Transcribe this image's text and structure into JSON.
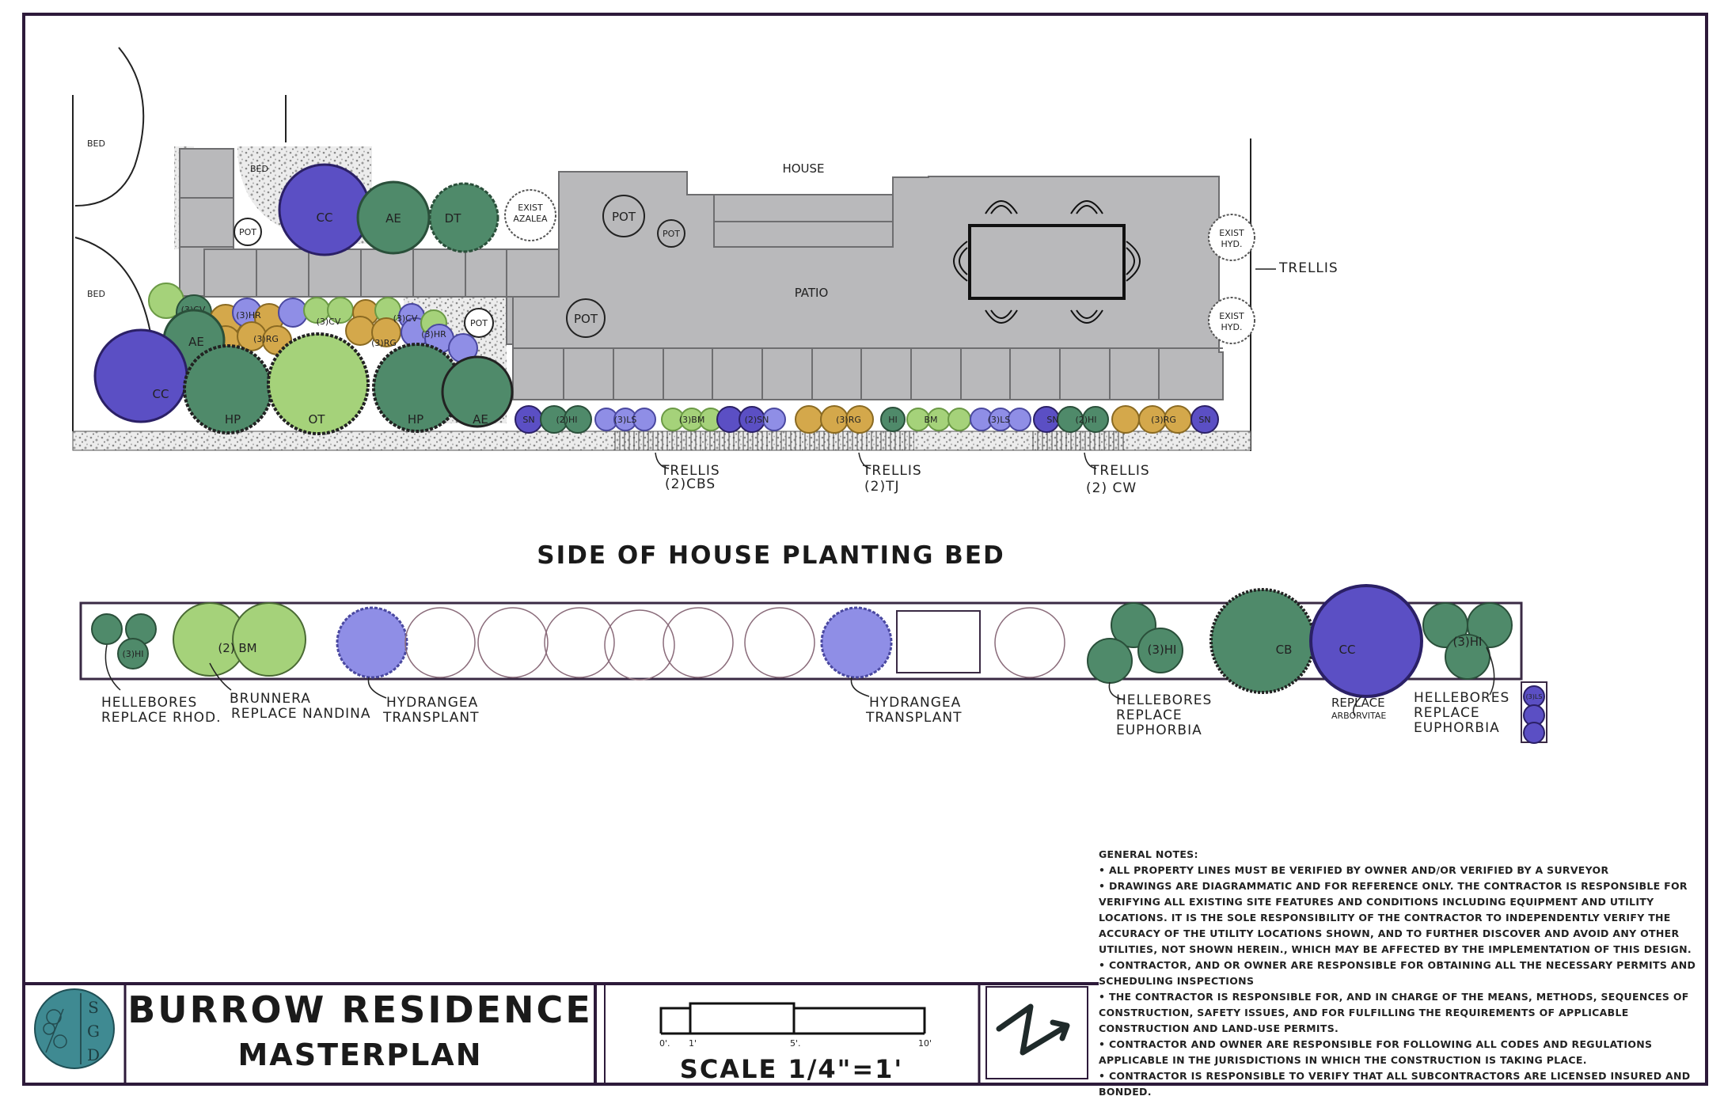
{
  "title_block": {
    "project": "BURROW RESIDENCE",
    "sheet": "MASTERPLAN",
    "logo_letters": [
      "S",
      "G",
      "D"
    ],
    "scale_label": "SCALE 1/4\"=1'",
    "scale_ticks": [
      "0'.",
      "1'",
      "5'.",
      "10'"
    ]
  },
  "section_title": "SIDE OF HOUSE PLANTING BED",
  "top_plan": {
    "labels": {
      "house": "HOUSE",
      "patio": "PATIO",
      "bed_1": "BED",
      "bed_2": "BED",
      "bed_3": "BED",
      "trellis_right": "TRELLIS",
      "exist_azalea": [
        "EXIST",
        "AZALEA"
      ],
      "exist_hyd_1": [
        "EXIST",
        "HYD."
      ],
      "exist_hyd_2": [
        "EXIST",
        "HYD."
      ]
    },
    "pots": [
      "POT",
      "POT",
      "POT",
      "POT",
      "POT"
    ],
    "plants": {
      "cc_top": "CC",
      "ae_top": "AE",
      "dt_top": "DT",
      "cc_left": "CC",
      "ae_left": "AE",
      "hp_1": "HP",
      "ot": "OT",
      "hp_2": "HP",
      "ae_right": "AE",
      "small_1": "(3)CV",
      "small_2": "(3)HR",
      "small_3": "(3)RG",
      "small_4": "(3)CV",
      "small_5": "(3)RG",
      "small_6": "(3)CV",
      "small_7": "(3)HR"
    },
    "strip": [
      "SN",
      "(2)HI",
      "(3)LS",
      "(3)BM",
      "(2)SN",
      "(3)RG",
      "HI",
      "BM",
      "(3)LS",
      "SN",
      "(2)HI",
      "(3)RG",
      "SN"
    ],
    "trellis_callouts": [
      {
        "title": "TRELLIS",
        "sub": "(2)CBS"
      },
      {
        "title": "TRELLIS",
        "sub": "(2)TJ"
      },
      {
        "title": "TRELLIS",
        "sub": "(2) CW"
      }
    ]
  },
  "side_bed": {
    "plant_labels": {
      "hi_1": "(3)HI",
      "bm": "(2) BM",
      "hi_2": "(3)HI",
      "cb": "CB",
      "cc": "CC",
      "hi_3": "(3)HI",
      "ls": "(3)LS"
    },
    "callouts": [
      {
        "line1": "HELLEBORES",
        "line2": "REPLACE RHOD.",
        "line3": ""
      },
      {
        "line1": "BRUNNERA",
        "line2": "REPLACE NANDINA",
        "line3": ""
      },
      {
        "line1": "HYDRANGEA",
        "line2": "TRANSPLANT",
        "line3": ""
      },
      {
        "line1": "HYDRANGEA",
        "line2": "TRANSPLANT",
        "line3": ""
      },
      {
        "line1": "HELLEBORES",
        "line2": "REPLACE",
        "line3": "EUPHORBIA"
      },
      {
        "line1": "REPLACE",
        "line2": "ARBORVITAE",
        "line3": ""
      },
      {
        "line1": "HELLEBORES",
        "line2": "REPLACE",
        "line3": "EUPHORBIA"
      }
    ]
  },
  "general_notes": {
    "heading": "GENERAL NOTES:",
    "items": [
      "• ALL PROPERTY LINES MUST BE VERIFIED BY OWNER AND/OR VERIFIED BY A SURVEYOR",
      "• DRAWINGS ARE DIAGRAMMATIC AND FOR REFERENCE ONLY. THE CONTRACTOR IS RESPONSIBLE FOR VERIFYING ALL EXISTING SITE FEATURES AND CONDITIONS INCLUDING EQUIPMENT AND UTILITY LOCATIONS. IT IS THE SOLE RESPONSIBILITY OF THE CONTRACTOR TO INDEPENDENTLY VERIFY THE ACCURACY OF THE UTILITY LOCATIONS SHOWN, AND TO FURTHER DISCOVER AND AVOID ANY OTHER UTILITIES, NOT SHOWN HEREIN., WHICH MAY BE AFFECTED BY THE IMPLEMENTATION OF THIS DESIGN.",
      "• CONTRACTOR, AND OR OWNER ARE RESPONSIBLE FOR OBTAINING ALL THE NECESSARY PERMITS AND SCHEDULING INSPECTIONS",
      "• THE CONTRACTOR IS RESPONSIBLE FOR, AND IN CHARGE OF THE MEANS, METHODS, SEQUENCES OF CONSTRUCTION, SAFETY ISSUES, AND FOR FULFILLING THE REQUIREMENTS OF APPLICABLE CONSTRUCTION AND LAND-USE PERMITS.",
      "• CONTRACTOR AND OWNER ARE RESPONSIBLE FOR FOLLOWING ALL CODES AND REGULATIONS APPLICABLE IN THE JURISDICTIONS IN WHICH THE CONSTRUCTION IS TAKING PLACE.",
      "• CONTRACTOR IS RESPONSIBLE TO VERIFY THAT ALL    SUBCONTRACTORS ARE LICENSED INSURED AND BONDED."
    ]
  },
  "colors": {
    "border": "#2d1a3a",
    "paving": "#b9b9bb",
    "paving_line": "#6e6e70",
    "purple": "#5b4fc4",
    "lavender": "#8f8ee6",
    "dark_green": "#4f8a6a",
    "light_green": "#a5d27a",
    "tan": "#d4a84b",
    "logo_teal": "#3f8a92"
  }
}
